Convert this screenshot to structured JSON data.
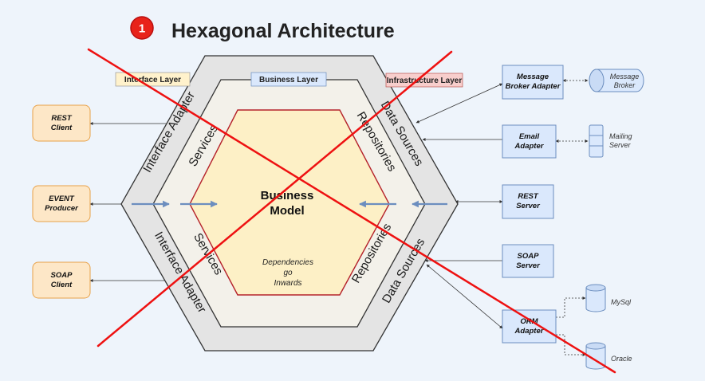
{
  "header": {
    "step_number": "1",
    "title": "Hexagonal Architecture"
  },
  "layers": {
    "interface": "Interface Layer",
    "business": "Business Layer",
    "infrastructure": "Infrastructure Layer"
  },
  "rings": {
    "interface_adapter_top": "Interface Adapter",
    "interface_adapter_bottom": "Interface Adapter",
    "services_top": "Services",
    "services_bottom": "Services",
    "repositories_top": "Repositories",
    "repositories_bottom": "Repositories",
    "data_sources_top": "Data Sources",
    "data_sources_bottom": "Data Sources"
  },
  "core": {
    "title_line1": "Business",
    "title_line2": "Model",
    "note_line1": "Dependencies",
    "note_line2": "go",
    "note_line3": "Inwards"
  },
  "clients": {
    "rest": [
      "REST",
      "Client"
    ],
    "event": [
      "EVENT",
      "Producer"
    ],
    "soap": [
      "SOAP",
      "Client"
    ]
  },
  "adapters": {
    "message_broker": [
      "Message",
      "Broker Adapter"
    ],
    "email": [
      "Email",
      "Adapter"
    ],
    "rest_server": [
      "REST",
      "Server"
    ],
    "soap_server": [
      "SOAP",
      "Server"
    ],
    "orm": [
      "ORM",
      "Adapter"
    ]
  },
  "externals": {
    "message_broker": [
      "Message",
      "Broker"
    ],
    "mailing_server": [
      "Mailing",
      "Server"
    ],
    "mysql": "MySql",
    "oracle": "Oracle"
  },
  "colors": {
    "badge": "#e8231a",
    "cross": "#ee1111",
    "client_fill": "#fde7c7",
    "client_stroke": "#e8a24a",
    "adapter_fill": "#dae8fc",
    "adapter_stroke": "#6c8ebf",
    "core_fill": "#fdf0c6",
    "core_stroke": "#b5222a",
    "arrow_blue": "#6c8ebf"
  }
}
